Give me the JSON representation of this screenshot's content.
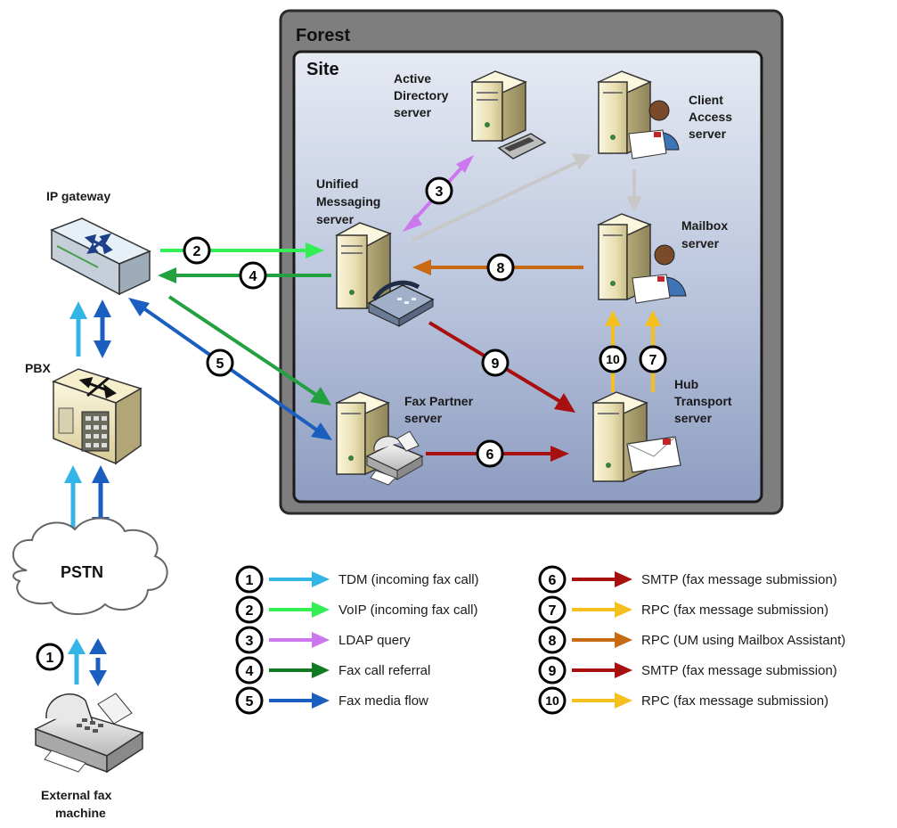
{
  "containers": {
    "forest": "Forest",
    "site": "Site"
  },
  "nodes": {
    "ip_gateway": "IP gateway",
    "pbx": "PBX",
    "pstn": "PSTN",
    "fax_machine": [
      "External fax",
      "machine"
    ],
    "active_directory": [
      "Active",
      "Directory",
      "server"
    ],
    "client_access": [
      "Client",
      "Access",
      "server"
    ],
    "unified_messaging": [
      "Unified",
      "Messaging",
      "server"
    ],
    "mailbox": [
      "Mailbox",
      "server"
    ],
    "fax_partner": [
      "Fax Partner",
      "server"
    ],
    "hub_transport": [
      "Hub",
      "Transport",
      "server"
    ]
  },
  "flow_numbers": {
    "n1": "1",
    "n2": "2",
    "n3": "3",
    "n4": "4",
    "n5": "5",
    "n6": "6",
    "n7": "7",
    "n8": "8",
    "n9": "9",
    "n10": "10"
  },
  "legend": [
    {
      "num": "1",
      "label": "TDM (incoming fax call)",
      "color": "#33b5e5"
    },
    {
      "num": "2",
      "label": "VoIP (incoming fax call)",
      "color": "#33ee55"
    },
    {
      "num": "3",
      "label": "LDAP query",
      "color": "#cc77ee"
    },
    {
      "num": "4",
      "label": "Fax call referral",
      "color": "#117a22"
    },
    {
      "num": "5",
      "label": "Fax media flow",
      "color": "#1a5fbf"
    },
    {
      "num": "6",
      "label": "SMTP (fax message submission)",
      "color": "#a80f0f"
    },
    {
      "num": "7",
      "label": "RPC (fax message submission)",
      "color": "#f4c020"
    },
    {
      "num": "8",
      "label": "RPC (UM using Mailbox Assistant)",
      "color": "#c86a12"
    },
    {
      "num": "9",
      "label": "SMTP (fax message submission)",
      "color": "#a80f0f"
    },
    {
      "num": "10",
      "label": "RPC (fax message submission)",
      "color": "#f4c020"
    }
  ],
  "colors": {
    "tdm": "#33b5e5",
    "voip": "#33ee55",
    "ldap": "#cc77ee",
    "referral": "#23a040",
    "media": "#1a5fbf",
    "smtp": "#a80f0f",
    "rpc": "#f4c020",
    "rpc_mailbox": "#c86a12",
    "internal": "#c8c8c8"
  }
}
